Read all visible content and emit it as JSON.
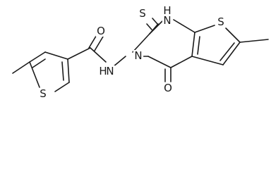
{
  "atoms": [
    {
      "id": "S_ring_left",
      "label": "S"
    },
    {
      "id": "O_amide",
      "label": "O"
    },
    {
      "id": "NH_amide",
      "label": "N"
    },
    {
      "id": "H_amide",
      "label": "H"
    },
    {
      "id": "N_ring",
      "label": "N"
    },
    {
      "id": "S_thione",
      "label": "S"
    },
    {
      "id": "NH_ring",
      "label": "N"
    },
    {
      "id": "H_ring",
      "label": "H"
    },
    {
      "id": "S_ring_right",
      "label": "S"
    },
    {
      "id": "O_keto",
      "label": "O"
    }
  ]
}
